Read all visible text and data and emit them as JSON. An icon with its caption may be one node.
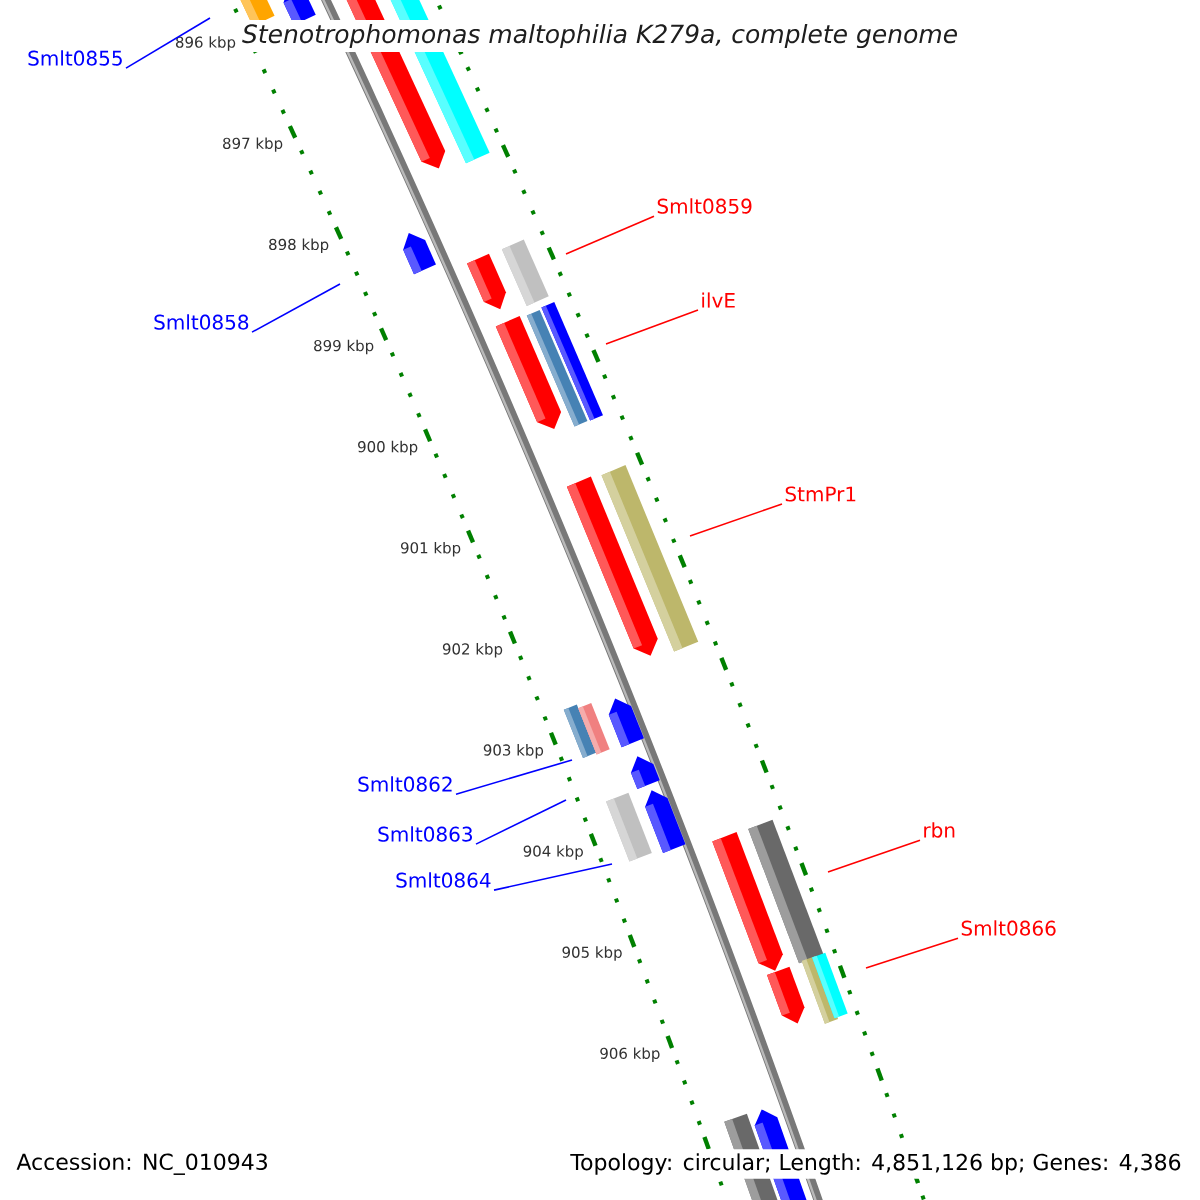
{
  "diagram": {
    "title": "Stenotrophomonas maltophilia K279a, complete genome",
    "nodes": [
      {
        "text": [
          "Smlt0855"
        ]
      },
      {
        "text": [
          "Smlt0858"
        ]
      },
      {
        "text": [
          "Smlt0859"
        ]
      },
      {
        "text": [
          "ilvE"
        ]
      },
      {
        "text": [
          "StmPr1"
        ]
      },
      {
        "text": [
          "Smlt0862"
        ]
      },
      {
        "text": [
          "Smlt0863"
        ]
      },
      {
        "text": [
          "Smlt0864"
        ]
      },
      {
        "text": [
          "rbn"
        ]
      },
      {
        "text": [
          "Smlt0866"
        ]
      }
    ],
    "edges": [
      {
        "from": 0,
        "to": null,
        "arrow": "none",
        "color": "#0000ff"
      },
      {
        "from": 1,
        "to": null,
        "arrow": "none",
        "color": "#0000ff"
      },
      {
        "from": 2,
        "to": null,
        "arrow": "none",
        "color": "#ff0000"
      },
      {
        "from": 3,
        "to": null,
        "arrow": "none",
        "color": "#ff0000"
      },
      {
        "from": 4,
        "to": null,
        "arrow": "none",
        "color": "#ff0000"
      },
      {
        "from": 5,
        "to": null,
        "arrow": "none",
        "color": "#0000ff"
      },
      {
        "from": 6,
        "to": null,
        "arrow": "none",
        "color": "#0000ff"
      },
      {
        "from": 7,
        "to": null,
        "arrow": "none",
        "color": "#0000ff"
      },
      {
        "from": 8,
        "to": null,
        "arrow": "none",
        "color": "#ff0000"
      },
      {
        "from": 9,
        "to": null,
        "arrow": "none",
        "color": "#ff0000"
      }
    ],
    "labels": [
      "896 kbp",
      "897 kbp",
      "898 kbp",
      "899 kbp",
      "900 kbp",
      "901 kbp",
      "902 kbp",
      "903 kbp",
      "904 kbp",
      "905 kbp",
      "906 kbp",
      "Accession: NC_010943",
      "Topology: circular; Length: 4,851,126 bp; Genes: 4,386"
    ]
  }
}
